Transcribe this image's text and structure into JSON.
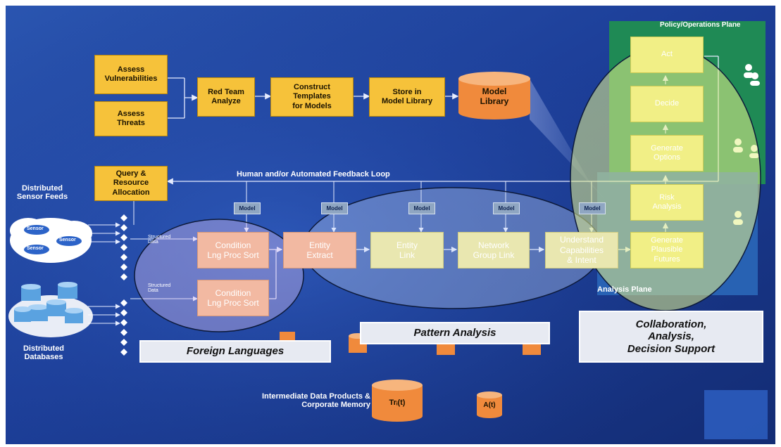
{
  "vulnerabilities_box": "Assess\nVulnerabilities",
  "threats_box": "Assess\nThreats",
  "red_team_box": "Red Team\nAnalyze",
  "construct_box": "Construct\nTemplates\nfor Models",
  "store_box": "Store in\nModel Library",
  "model_library": "Model\nLibrary",
  "query_box": "Query &\nResource\nAllocation",
  "feedback_loop": "Human and/or Automated Feedback Loop",
  "distributed_sensor_feeds": "Distributed\nSensor Feeds",
  "distributed_databases": "Distributed\nDatabases",
  "sensor_labels": [
    "Sensor",
    "Sensor",
    "Sensor"
  ],
  "model_tag": "Model",
  "structured_data": "Structured\nData",
  "condition_box": "Condition\nLng Proc Sort",
  "entity_extract": "Entity\nExtract",
  "entity_link": "Entity\nLink",
  "network_group_link": "Network\nGroup Link",
  "understand_box": "Understand\nCapabilities\n& Intent",
  "act": "Act",
  "decide": "Decide",
  "generate_options": "Generate\nOptions",
  "risk_analysis": "Risk\nAnalysis",
  "generate_futures": "Generate\nPlausible\nFutures",
  "policy_plane": "Policy/Operations Plane",
  "analysis_plane": "Analysis Plane",
  "foreign_languages": "Foreign Languages",
  "pattern_analysis": "Pattern Analysis",
  "collaboration": "Collaboration,\nAnalysis,\nDecision Support",
  "intermediate_products": "Intermediate Data Products &\nCorporate Memory",
  "tr_cylinder": "Trᵢ(t)",
  "a_cylinder": "A(t)",
  "colors": {
    "background": "#1b3a8c",
    "yellow_box": "#f6c23a",
    "orange_cylinder": "#f08a3c",
    "policy_plane": "#1f8a55",
    "analysis_plane": "#2a67b8",
    "callout": "#e7eaf2"
  }
}
